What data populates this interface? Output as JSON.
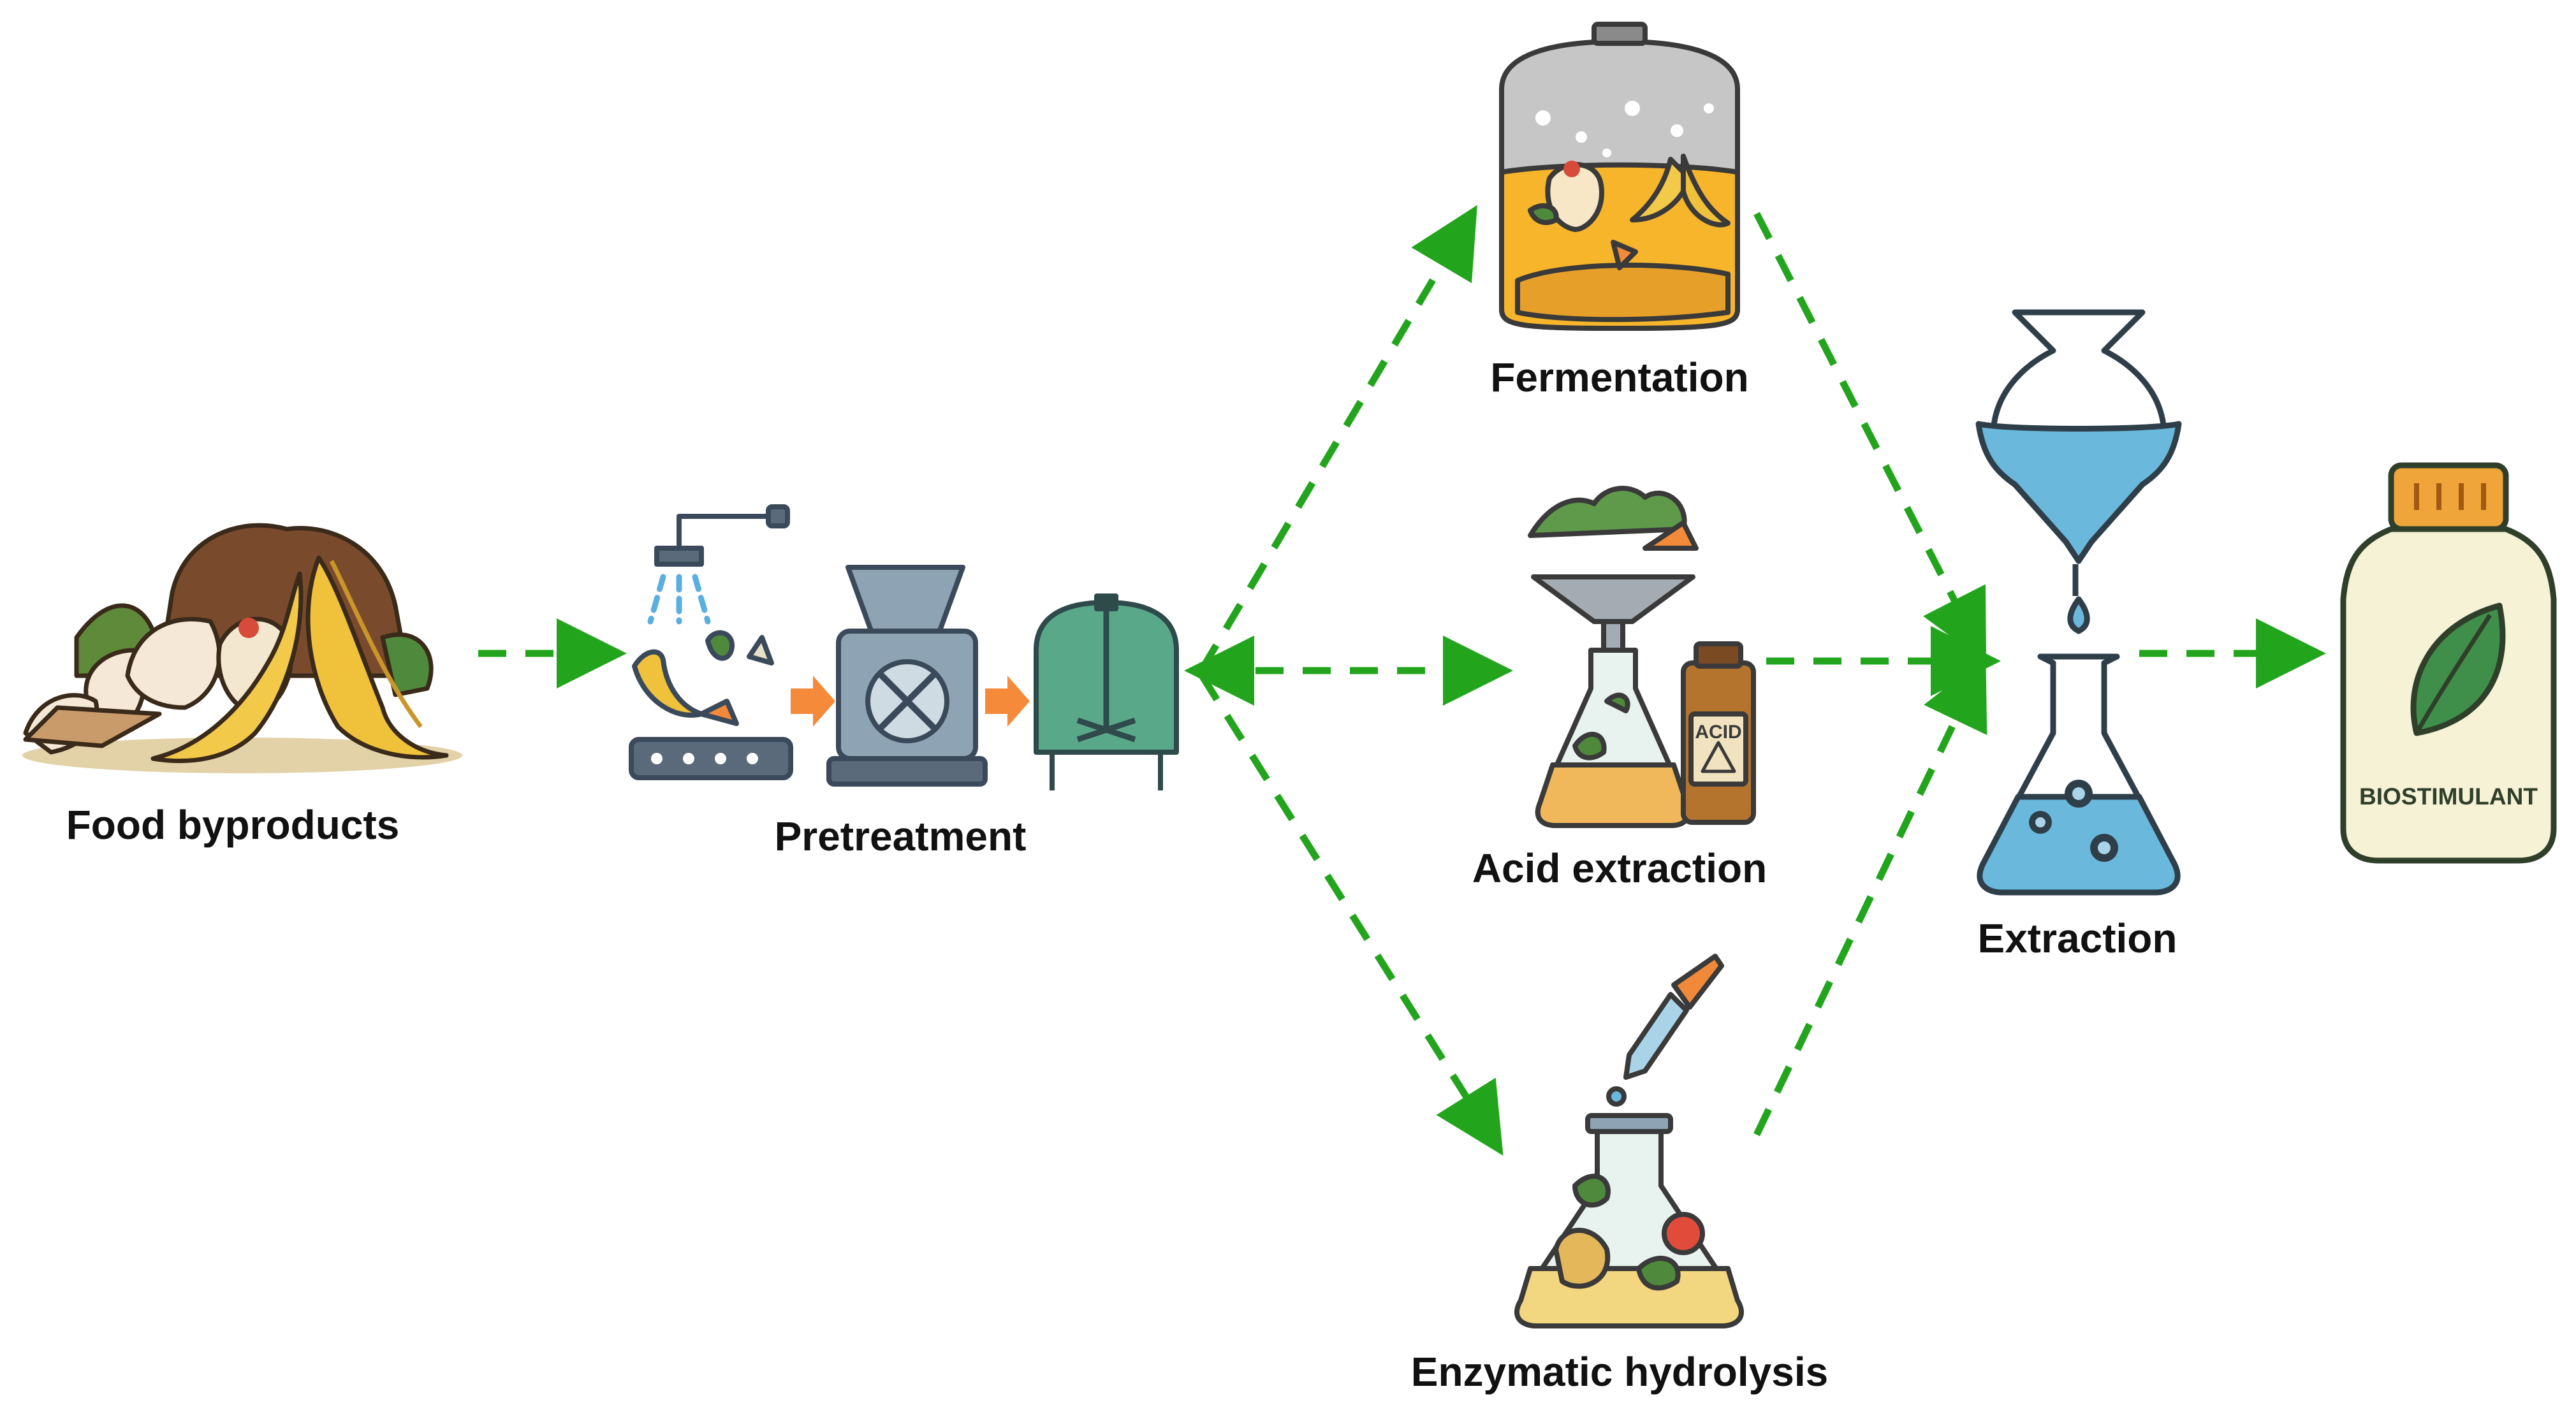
{
  "labels": {
    "food_byproducts": "Food byproducts",
    "pretreatment": "Pretreatment",
    "fermentation": "Fermentation",
    "acid_extraction": "Acid extraction",
    "enzymatic_hydrolysis": "Enzymatic hydrolysis",
    "extraction": "Extraction"
  },
  "icon_text": {
    "acid_bottle": "ACID",
    "product_jar": "BIOSTIMULANT"
  },
  "colors": {
    "arrow_green": "#22a51c",
    "small_arrow_orange": "#f58a3a",
    "extraction_liquid": "#6ab8dc",
    "jar_lid": "#f0a53a",
    "leaf_green": "#3f8f4a"
  }
}
